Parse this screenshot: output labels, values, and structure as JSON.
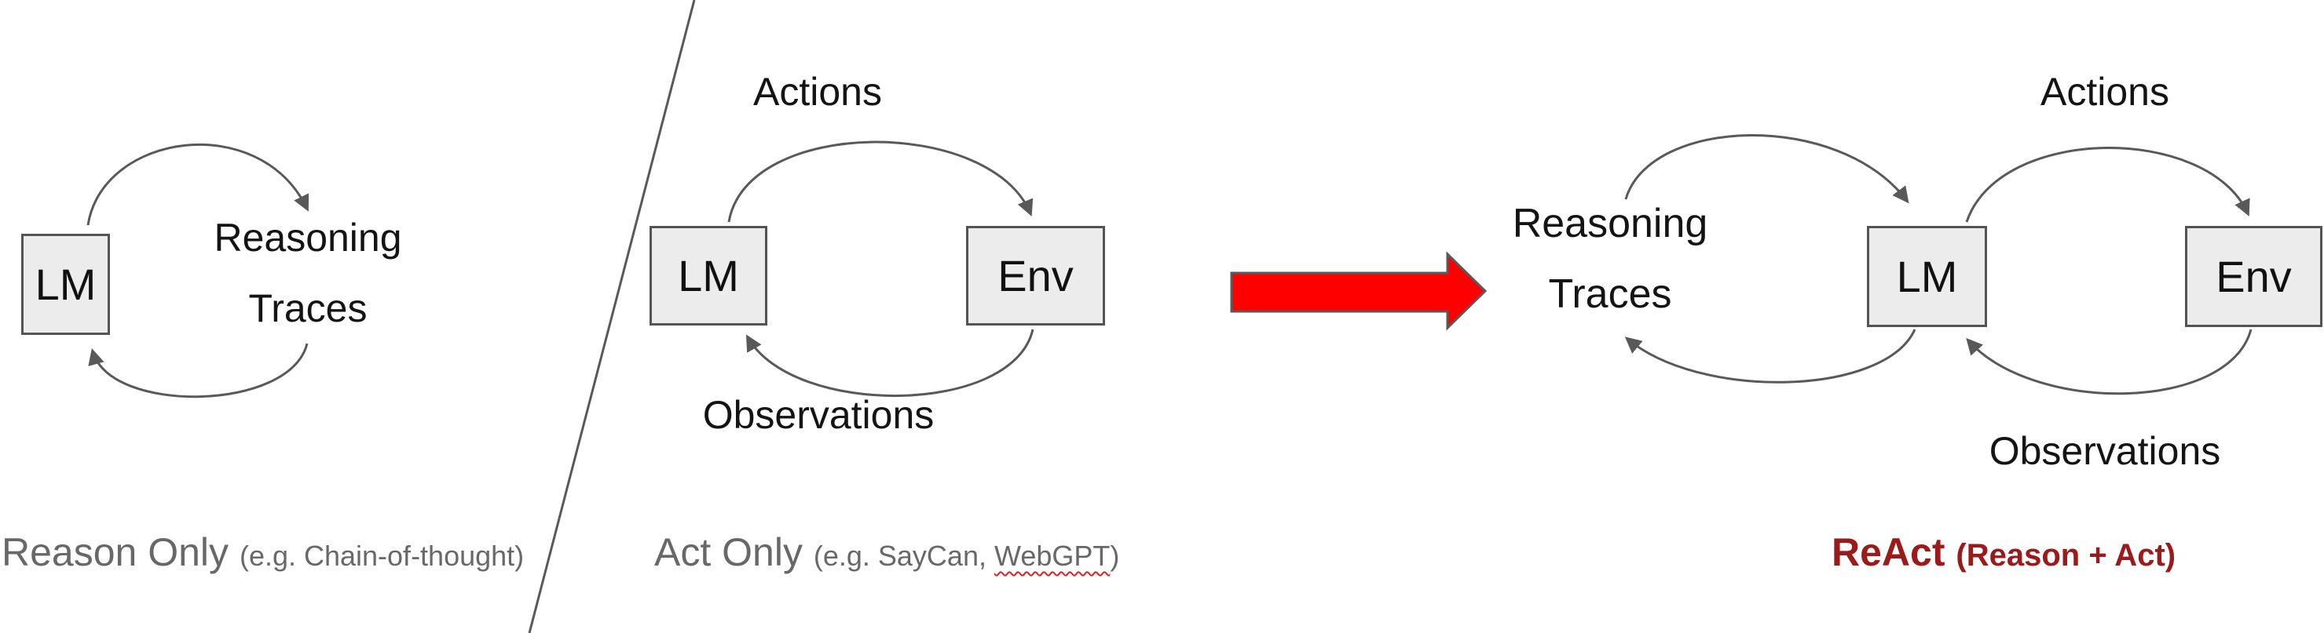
{
  "colors": {
    "stroke_gray": "#595959",
    "box_fill": "#ececec",
    "box_border": "#545454",
    "caption_gray": "#686868",
    "react_maroon": "#9a1b1b",
    "arrow_red": "#ff0000",
    "squiggle_red": "#e02020",
    "text_black": "#141414"
  },
  "panels": {
    "reason_only": {
      "lm_box": "LM",
      "node_lines": [
        "Reasoning",
        "Traces"
      ],
      "caption": "Reason Only",
      "caption_detail": "(e.g. Chain-of-thought)"
    },
    "act_only": {
      "lm_box": "LM",
      "env_box": "Env",
      "top_label": "Actions",
      "bottom_label": "Observations",
      "caption": "Act Only",
      "caption_detail_prefix": "(e.g. SayCan, ",
      "caption_detail_highlight": "WebGPT",
      "caption_detail_suffix": ")"
    },
    "react": {
      "node_lines": [
        "Reasoning",
        "Traces"
      ],
      "lm_box": "LM",
      "env_box": "Env",
      "top_label": "Actions",
      "bottom_label": "Observations",
      "caption": "ReAct",
      "caption_detail": "(Reason + Act)"
    }
  }
}
